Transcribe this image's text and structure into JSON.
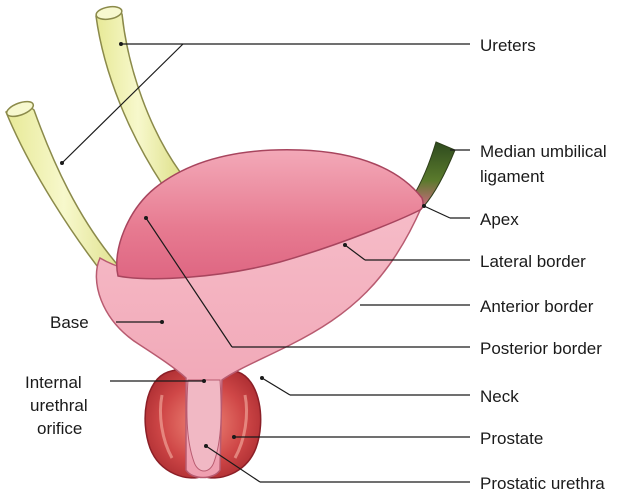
{
  "labels": {
    "ureters": "Ureters",
    "median_umbilical_1": "Median umbilical",
    "median_umbilical_2": "ligament",
    "apex": "Apex",
    "lateral_border": "Lateral border",
    "anterior_border": "Anterior border",
    "base": "Base",
    "posterior_border": "Posterior border",
    "internal_urethral_1": "Internal",
    "internal_urethral_2": "urethral",
    "internal_urethral_3": "orifice",
    "neck": "Neck",
    "prostate": "Prostate",
    "prostatic_urethra": "Prostatic urethra"
  },
  "colors": {
    "bladder_dark": "#e46a82",
    "bladder_mid": "#ef9aab",
    "bladder_light": "#f4b3c0",
    "ureter_fill": "#eef0a8",
    "ureter_outline": "#8b8a4a",
    "ligament": "#3f5a2c",
    "prostate": "#c23a3a",
    "urethra": "#f1b8c4",
    "outline": "#8a3347"
  }
}
